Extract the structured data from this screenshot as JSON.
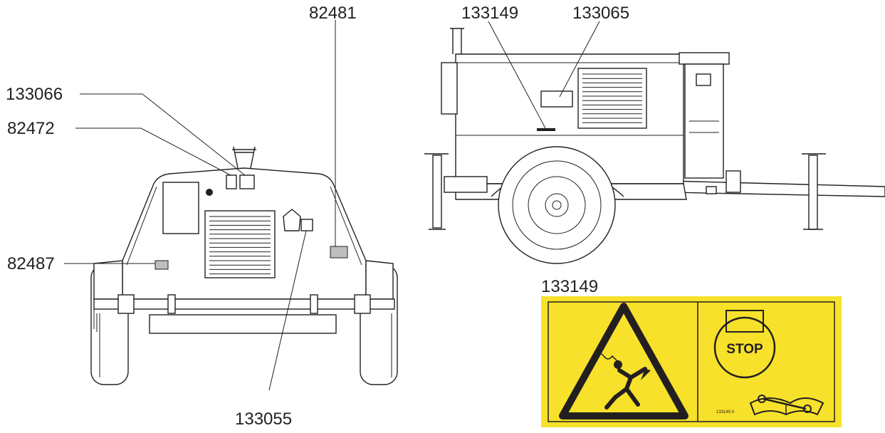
{
  "callouts": {
    "c82481": "82481",
    "c133149_top": "133149",
    "c133065": "133065",
    "c133066": "133066",
    "c82472": "82472",
    "c82487": "82487",
    "c133055": "133055",
    "c133149_decal_title": "133149"
  },
  "decal": {
    "background_color": "#f7e12a",
    "stop_text": "STOP",
    "part_code": "133149 A"
  }
}
